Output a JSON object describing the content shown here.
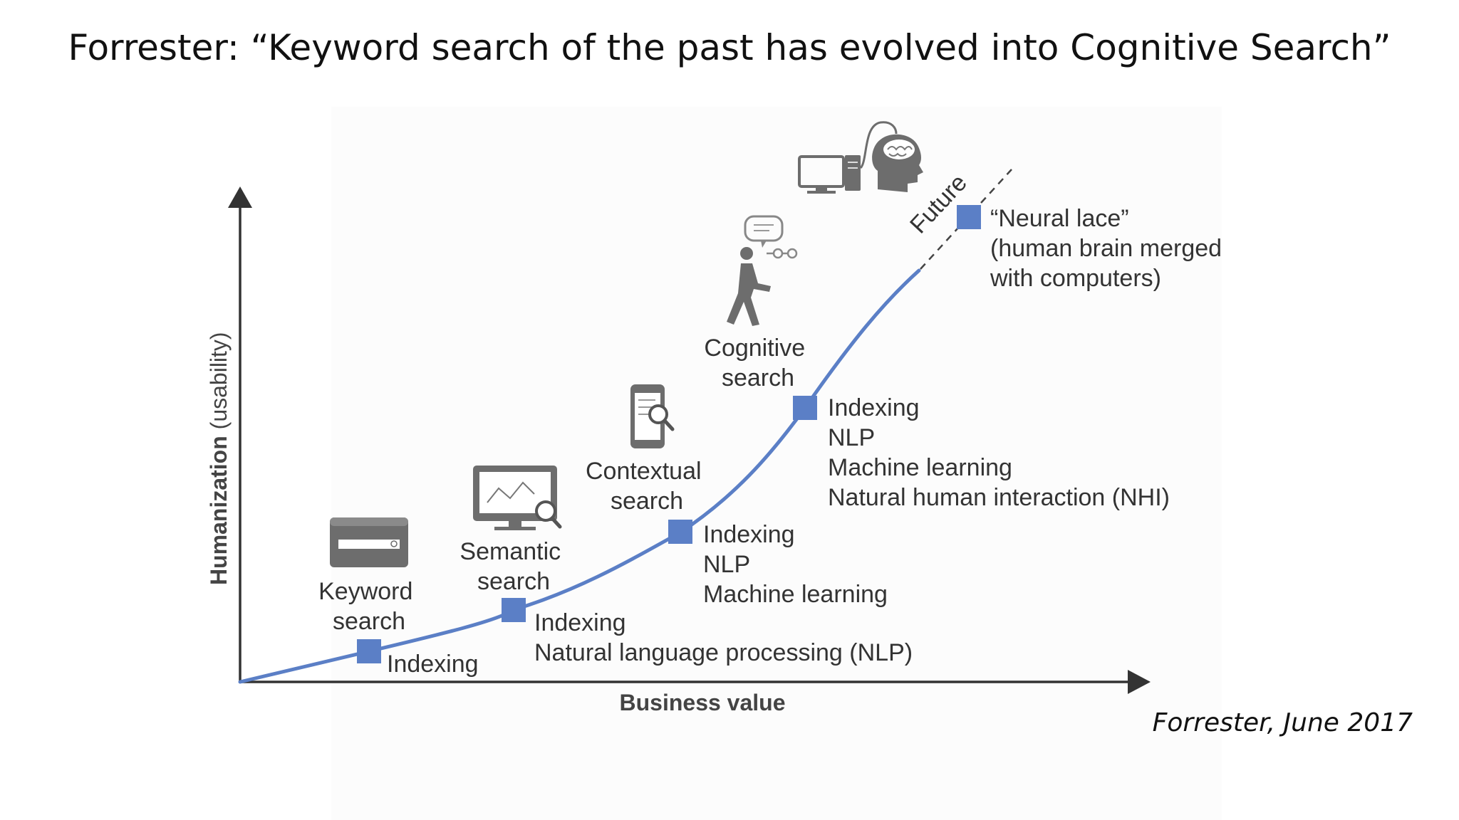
{
  "title": "Forrester: “Keyword search of the past has evolved into Cognitive Search”",
  "source": "Forrester, June 2017",
  "axes": {
    "y_label_bold": "Humanization",
    "y_label_light": " (usability)",
    "x_label": "Business value"
  },
  "stages": [
    {
      "name": "Keyword search",
      "name_lines": [
        "Keyword",
        "search"
      ],
      "icon": "search-bar-icon",
      "capabilities": [
        {
          "text": "Indexing",
          "new": false
        }
      ]
    },
    {
      "name": "Semantic search",
      "name_lines": [
        "Semantic",
        "search"
      ],
      "icon": "monitor-chart-search-icon",
      "capabilities": [
        {
          "text": "Indexing",
          "new": false
        },
        {
          "text": "Natural language processing (NLP)",
          "new": true
        }
      ]
    },
    {
      "name": "Contextual search",
      "name_lines": [
        "Contextual",
        "search"
      ],
      "icon": "phone-search-icon",
      "capabilities": [
        {
          "text": "Indexing",
          "new": false
        },
        {
          "text": "NLP",
          "new": false
        },
        {
          "text": "Machine learning",
          "new": true
        }
      ]
    },
    {
      "name": "Cognitive search",
      "name_lines": [
        "Cognitive",
        "search"
      ],
      "icon": "person-speech-icon",
      "capabilities": [
        {
          "text": "Indexing",
          "new": false
        },
        {
          "text": "NLP",
          "new": false
        },
        {
          "text": "Machine learning",
          "new": false
        },
        {
          "text": "Natural human interaction (NHI)",
          "new": true
        }
      ]
    },
    {
      "name": "“Neural lace”",
      "name_lines": [
        "“Neural lace”"
      ],
      "icon": "computer-brain-icon",
      "capabilities": [
        {
          "text": "(human brain merged",
          "new": false
        },
        {
          "text": "with computers)",
          "new": false
        }
      ]
    }
  ],
  "future_label": "Future",
  "colors": {
    "curve": "#5b7fc6",
    "marker": "#5b7fc6",
    "new_capability": "#5a8a3a",
    "text": "#333333",
    "axis": "#333333"
  }
}
